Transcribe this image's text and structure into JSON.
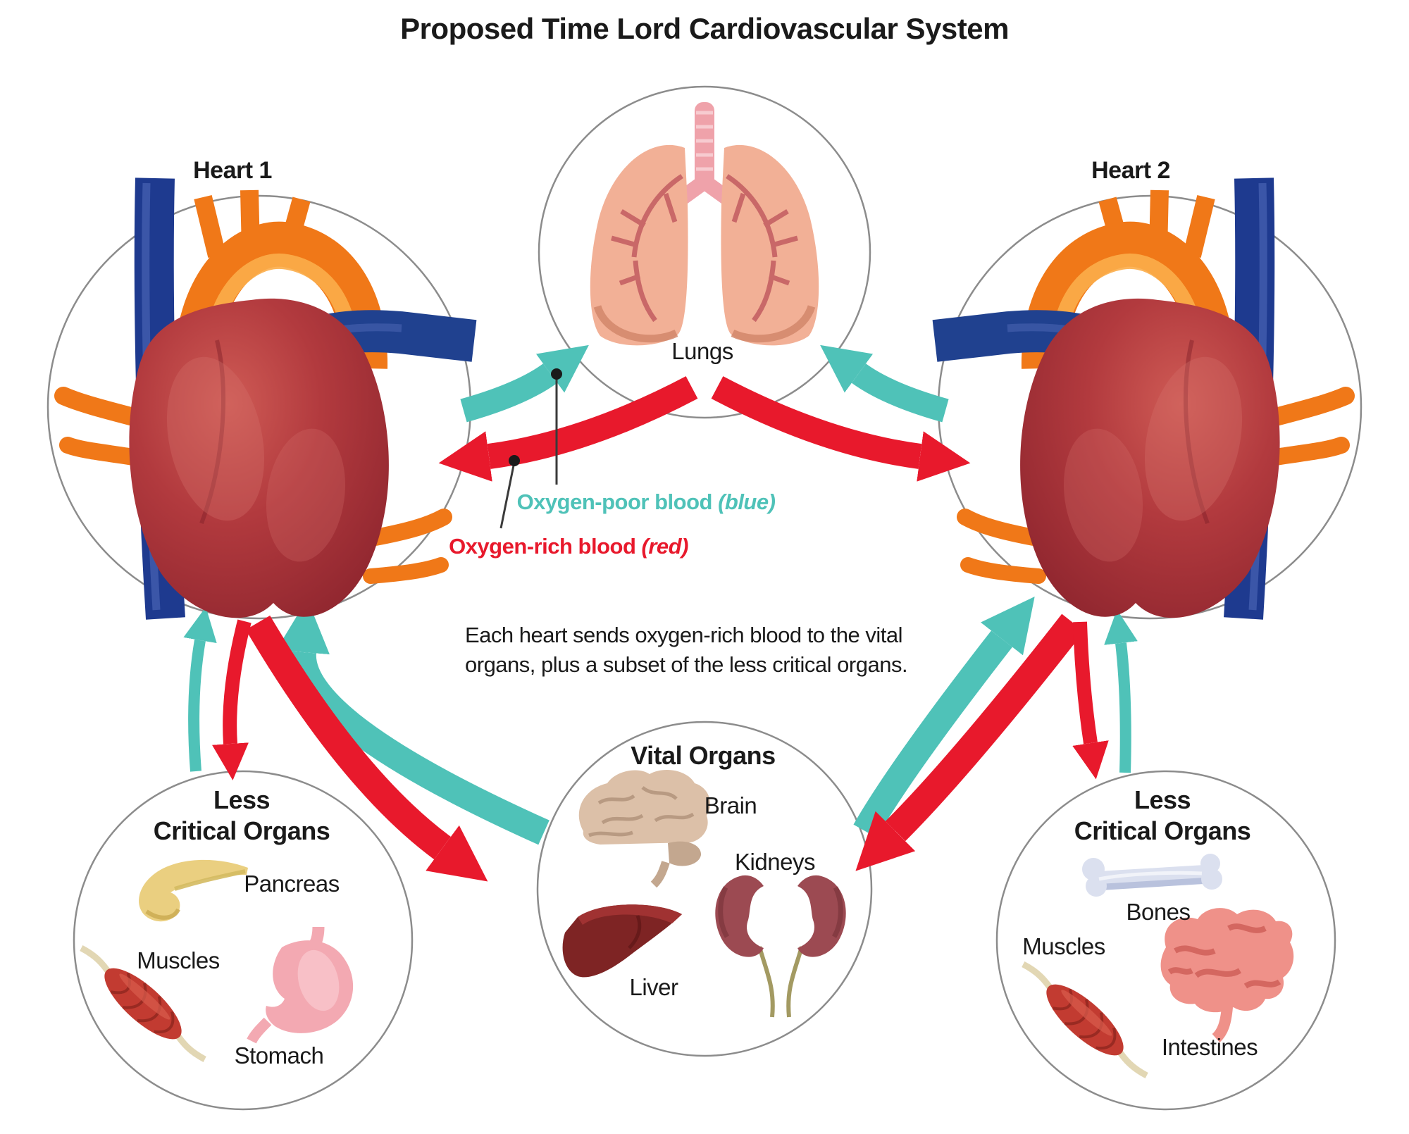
{
  "title": "Proposed Time Lord Cardiovascular System",
  "colors": {
    "oxygen_poor_teal": "#4FC2B8",
    "oxygen_rich_red": "#E8192C",
    "circle_outline": "#8C8C8C",
    "text": "#1A1A1A"
  },
  "heart1": {
    "label": "Heart 1"
  },
  "heart2": {
    "label": "Heart 2"
  },
  "lungs": {
    "label": "Lungs"
  },
  "legend": {
    "oxygen_poor_text": "Oxygen-poor blood ",
    "oxygen_poor_qualifier": "(blue)",
    "oxygen_rich_text": "Oxygen-rich blood ",
    "oxygen_rich_qualifier": "(red)"
  },
  "caption": {
    "line1": "Each heart sends oxygen-rich blood to the vital",
    "line2": "organs, plus a subset of the less critical organs."
  },
  "vital_organs": {
    "title": "Vital Organs",
    "brain_label": "Brain",
    "kidneys_label": "Kidneys",
    "liver_label": "Liver"
  },
  "less_critical_left": {
    "title_line1": "Less",
    "title_line2": "Critical Organs",
    "pancreas_label": "Pancreas",
    "muscles_label": "Muscles",
    "stomach_label": "Stomach"
  },
  "less_critical_right": {
    "title_line1": "Less",
    "title_line2": "Critical Organs",
    "bones_label": "Bones",
    "muscles_label": "Muscles",
    "intestines_label": "Intestines"
  }
}
